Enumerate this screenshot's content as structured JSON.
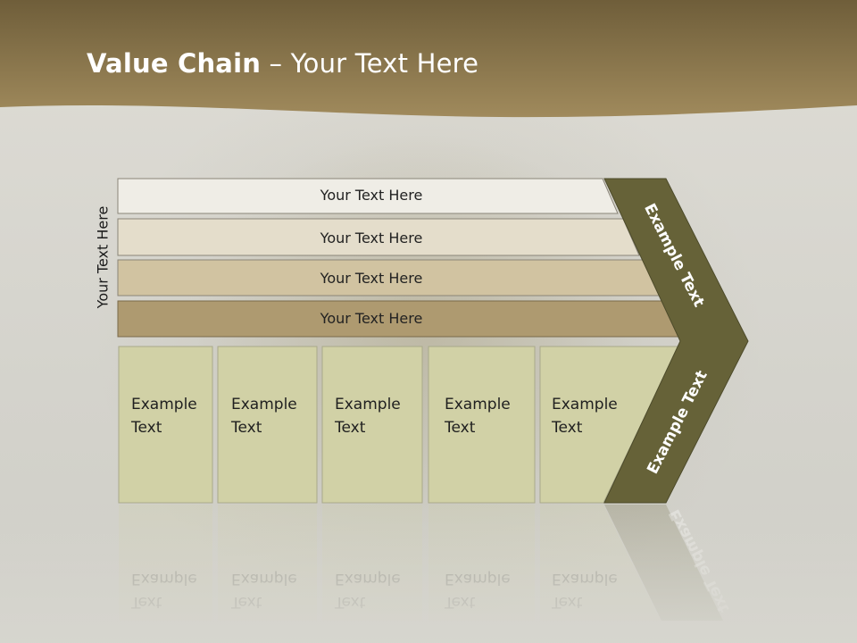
{
  "slide": {
    "title_bold": "Value Chain",
    "title_rest": " – Your Text Here",
    "side_label": "Your Text Here"
  },
  "bars": [
    {
      "label": "Your Text Here",
      "color": "#efede6"
    },
    {
      "label": "Your Text Here",
      "color": "#e4ddcb"
    },
    {
      "label": "Your Text Here",
      "color": "#d1c3a1"
    },
    {
      "label": "Your Text Here",
      "color": "#ae9a70"
    }
  ],
  "boxes": [
    {
      "line1": "Example",
      "line2": "Text"
    },
    {
      "line1": "Example",
      "line2": "Text"
    },
    {
      "line1": "Example",
      "line2": "Text"
    },
    {
      "line1": "Example",
      "line2": "Text"
    },
    {
      "line1": "Example",
      "line2": "Text"
    }
  ],
  "chevron": {
    "upper_label": "Example Text",
    "lower_label": "Example Text",
    "color": "#666238"
  },
  "colors": {
    "header": "#8f7a4f",
    "box_fill": "#d1d1a6"
  }
}
